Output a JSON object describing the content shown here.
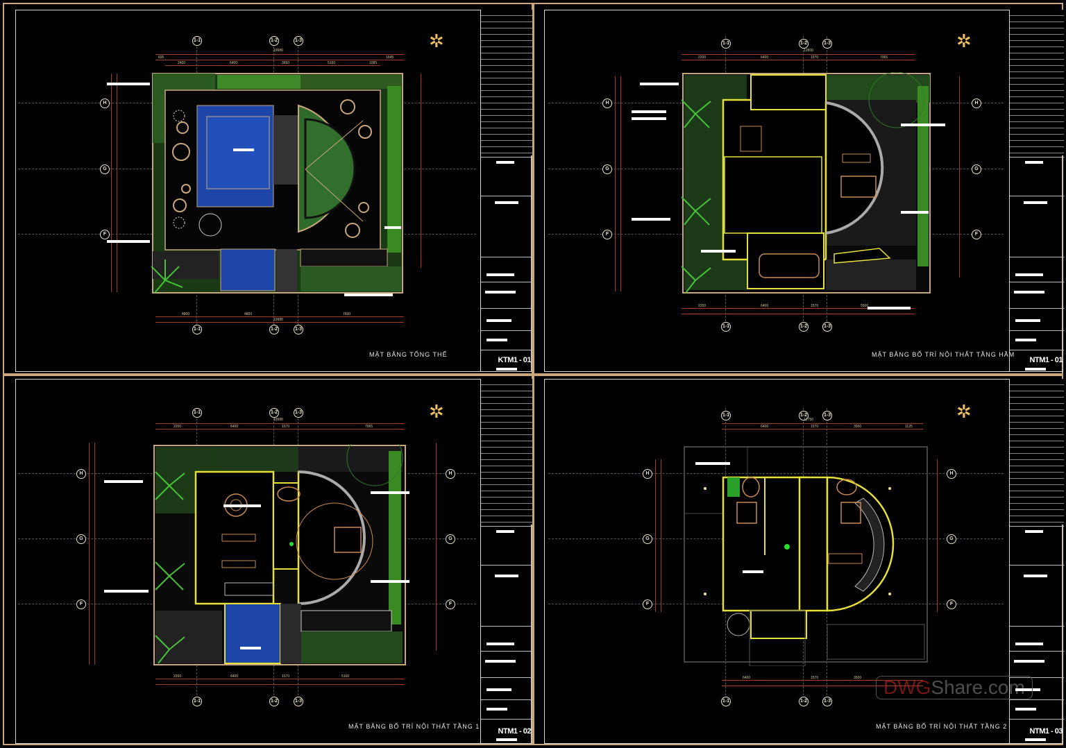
{
  "watermark": {
    "brand_red": "DWG",
    "brand_rest": "Share.com"
  },
  "colors": {
    "frame": "#c9a77c",
    "wall": "#e8e03a",
    "grass": "#2f6b2a",
    "pool": "#1e45a8",
    "furniture": "#c98a52",
    "dimension": "#a53a2a"
  },
  "sheets": [
    {
      "title": "MẶT BẰNG TỔNG THỂ",
      "code": "KTM1 - 01",
      "grid_top": [
        "1-1",
        "1-2",
        "1-3"
      ],
      "grid_left": [
        "H",
        "G",
        "F"
      ],
      "dims_top": [
        "695",
        "2400",
        "6400",
        "3650",
        "5160",
        "1085",
        "1645"
      ],
      "dims_total": "19980",
      "dims_bottom": [
        "4800",
        "4800",
        "7600"
      ]
    },
    {
      "title": "MẶT BẰNG BỐ TRÍ NỘI THẤT TẦNG HẦM",
      "code": "NTM1 - 01",
      "grid_top": [
        "1-1",
        "1-2",
        "1-3"
      ],
      "grid_left": [
        "H",
        "G",
        "F"
      ],
      "dims_top": [
        "2200",
        "6400",
        "1570",
        "7065"
      ],
      "dims_total": "12800",
      "dims_bottom": [
        "2200",
        "6400",
        "1570",
        "5500"
      ]
    },
    {
      "title": "MẶT BẰNG BỐ TRÍ NỘI THẤT TẦNG 1",
      "code": "NTM1 - 02",
      "grid_top": [
        "1-1",
        "1-2",
        "1-3"
      ],
      "grid_left": [
        "H",
        "G",
        "F"
      ],
      "dims_top": [
        "2200",
        "6400",
        "1570",
        "7065"
      ],
      "dims_total": "19980",
      "dims_bottom": [
        "2200",
        "6400",
        "1570",
        "5160"
      ]
    },
    {
      "title": "MẶT BẰNG BỐ TRÍ NỘI THẤT TẦNG 2",
      "code": "NTM1 - 03",
      "grid_top": [
        "1-1",
        "1-2",
        "1-3"
      ],
      "grid_left": [
        "H",
        "G",
        "F"
      ],
      "dims_top": [
        "6400",
        "1570",
        "3500",
        "1125"
      ],
      "dims_total": "12750",
      "dims_bottom": [
        "6400",
        "1570",
        "3500"
      ]
    }
  ]
}
